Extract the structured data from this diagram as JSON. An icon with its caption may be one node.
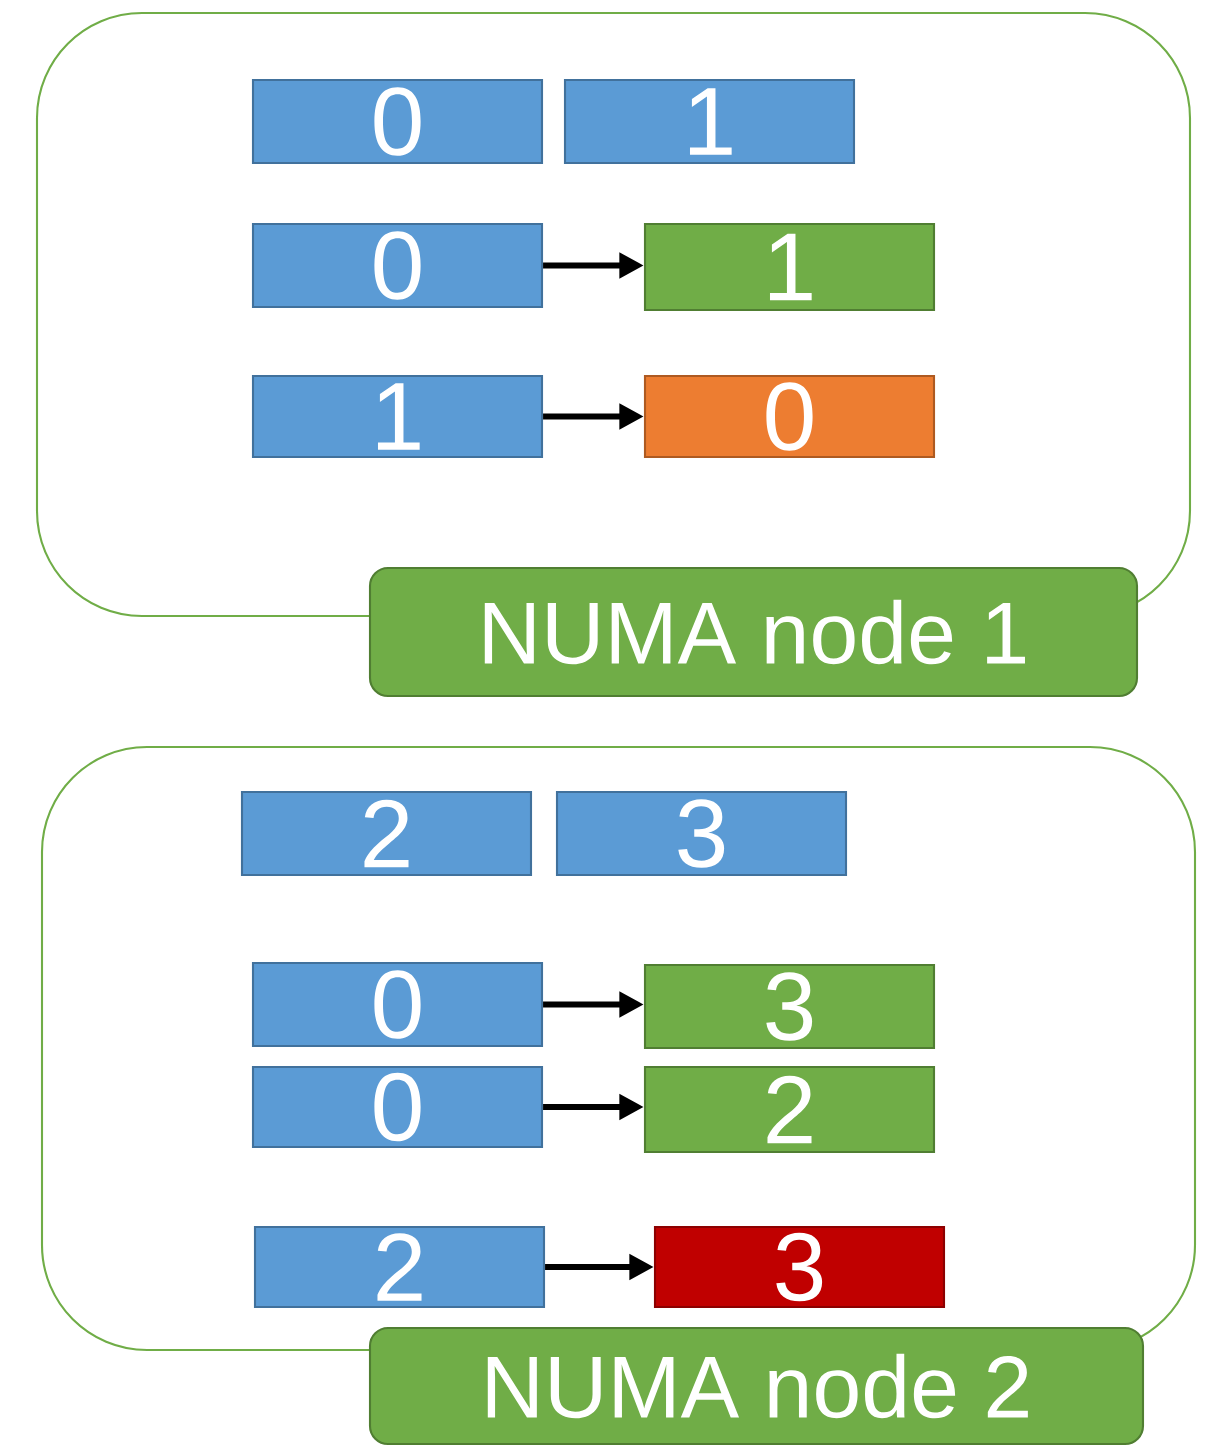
{
  "diagram": {
    "nodes": [
      {
        "text": [],
        "shape": "box"
      },
      {
        "text": [
          "0"
        ],
        "in": 0
      },
      {
        "text": [
          "1"
        ],
        "in": 0
      },
      {
        "text": [
          "0"
        ],
        "in": 0
      },
      {
        "text": [
          "1"
        ],
        "in": 0
      },
      {
        "text": [
          "1"
        ],
        "in": 0
      },
      {
        "text": [
          "0"
        ],
        "in": 0
      },
      {
        "text": [
          "NUMA node 1"
        ]
      },
      {
        "text": [],
        "shape": "box"
      },
      {
        "text": [
          "2"
        ],
        "in": 8
      },
      {
        "text": [
          "3"
        ],
        "in": 8
      },
      {
        "text": [
          "0"
        ],
        "in": 8
      },
      {
        "text": [
          "3"
        ],
        "in": 8
      },
      {
        "text": [
          "0"
        ],
        "in": 8
      },
      {
        "text": [
          "2"
        ],
        "in": 8
      },
      {
        "text": [
          "2"
        ],
        "in": 8
      },
      {
        "text": [
          "3"
        ],
        "in": 8
      },
      {
        "text": [
          "NUMA node 2"
        ]
      }
    ],
    "edges": [
      {
        "from": 3,
        "to": 4,
        "arrow": "to"
      },
      {
        "from": 5,
        "to": 6,
        "arrow": "to"
      },
      {
        "from": 11,
        "to": 12,
        "arrow": "to"
      },
      {
        "from": 13,
        "to": 14,
        "arrow": "to"
      },
      {
        "from": 15,
        "to": 16,
        "arrow": "to"
      }
    ]
  }
}
